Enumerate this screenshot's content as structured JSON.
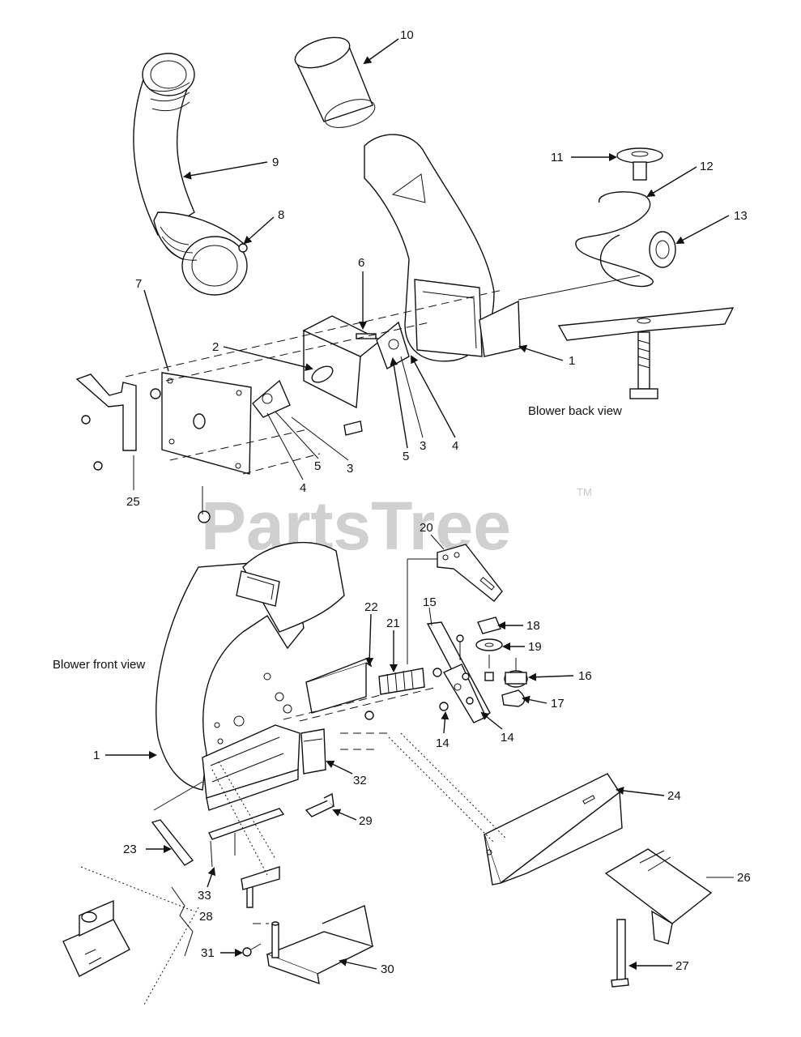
{
  "captions": {
    "back_view": "Blower back view",
    "front_view": "Blower front view"
  },
  "watermark": {
    "text": "PartsTree",
    "trademark": "TM"
  },
  "callouts": {
    "c10": "10",
    "c9": "9",
    "c8": "8",
    "c11": "11",
    "c12": "12",
    "c13": "13",
    "c6": "6",
    "c7": "7",
    "c2": "2",
    "c1a": "1",
    "c3a": "3",
    "c4a": "4",
    "c5a": "5",
    "c3b": "3",
    "c4b": "4",
    "c5b": "5",
    "c25": "25",
    "c20": "20",
    "c22": "22",
    "c21": "21",
    "c15": "15",
    "c18": "18",
    "c19": "19",
    "c16": "16",
    "c17": "17",
    "c14a": "14",
    "c14b": "14",
    "c1b": "1",
    "c32": "32",
    "c24": "24",
    "c29": "29",
    "c23": "23",
    "c33": "33",
    "c28": "28",
    "c26": "26",
    "c31": "31",
    "c30": "30",
    "c27": "27"
  },
  "colors": {
    "line": "#111111",
    "watermark": "#d0d0d0"
  }
}
